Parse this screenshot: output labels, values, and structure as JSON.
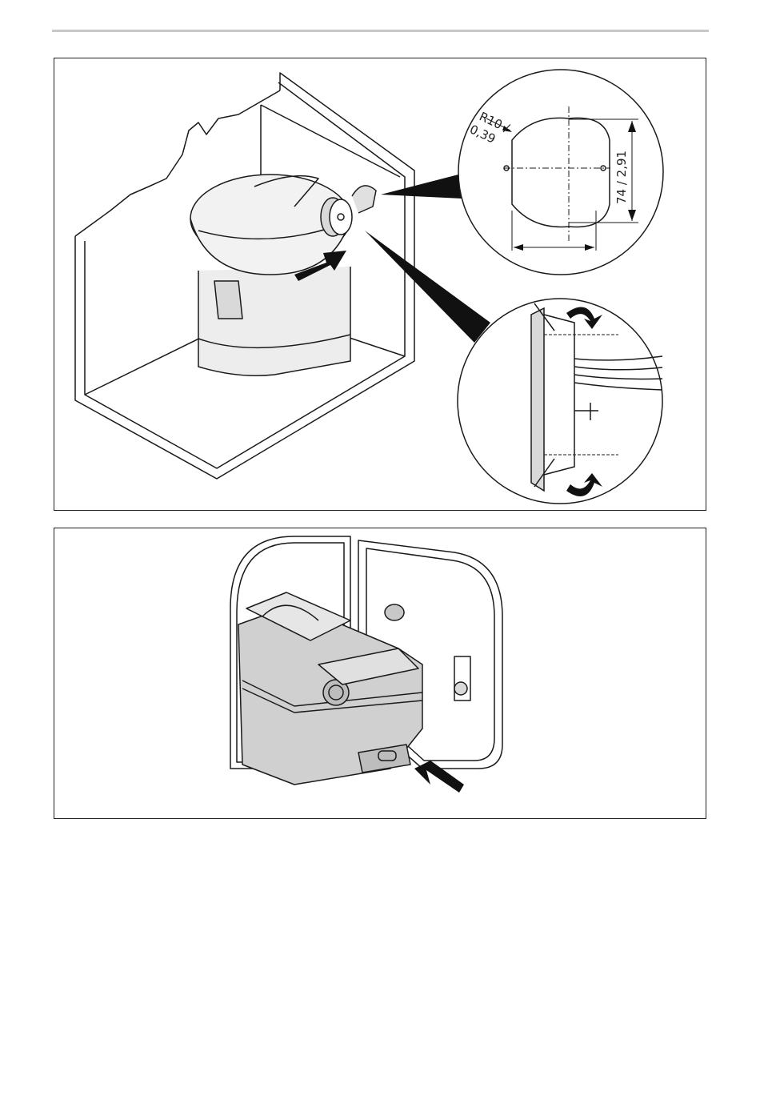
{
  "figure1": {
    "radius_label_line1": "R10 /",
    "radius_label_line2": "0,39",
    "height_label": "74 / 2,91"
  },
  "colors": {
    "line": "#1a1a1a",
    "rule": "#c8c8c8",
    "fill": "#d9d9d9"
  }
}
